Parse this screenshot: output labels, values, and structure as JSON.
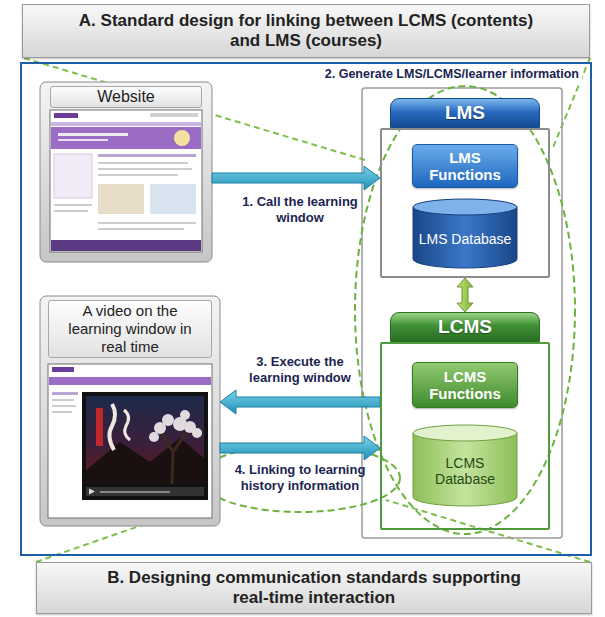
{
  "diagram": {
    "nodes": [
      {
        "text": [
          "A. Standard design for linking between LCMS (contents) and LMS (courses)"
        ]
      },
      {
        "text": [
          "2. Generate LMS/LCMS/learner information"
        ]
      },
      {
        "text": [
          "Website"
        ],
        "in": 1
      },
      {
        "text": [
          "LMS"
        ],
        "in": 1
      },
      {
        "text": [
          "LMS Functions"
        ],
        "in": 3
      },
      {
        "text": [
          "LMS Database"
        ],
        "in": 3
      },
      {
        "text": [
          "LCMS"
        ],
        "in": 1
      },
      {
        "text": [
          "LCMS Functions"
        ],
        "in": 6
      },
      {
        "text": [
          "LCMS Database"
        ],
        "in": 6
      },
      {
        "text": [
          "A video on the learning window in real time"
        ],
        "in": 1
      },
      {
        "text": [
          "B. Designing communication standards supporting real-time interaction"
        ]
      }
    ],
    "edges": [
      {
        "from": 2,
        "to": 3,
        "label": "1. Call the learning window",
        "arrow": "to"
      },
      {
        "from": 3,
        "to": 6,
        "arrow": "both"
      },
      {
        "from": 6,
        "to": 9,
        "label": "3. Execute the learning window",
        "arrow": "to"
      },
      {
        "from": 9,
        "to": 6,
        "label": "4. Linking to learning history information",
        "arrow": "to"
      }
    ]
  }
}
